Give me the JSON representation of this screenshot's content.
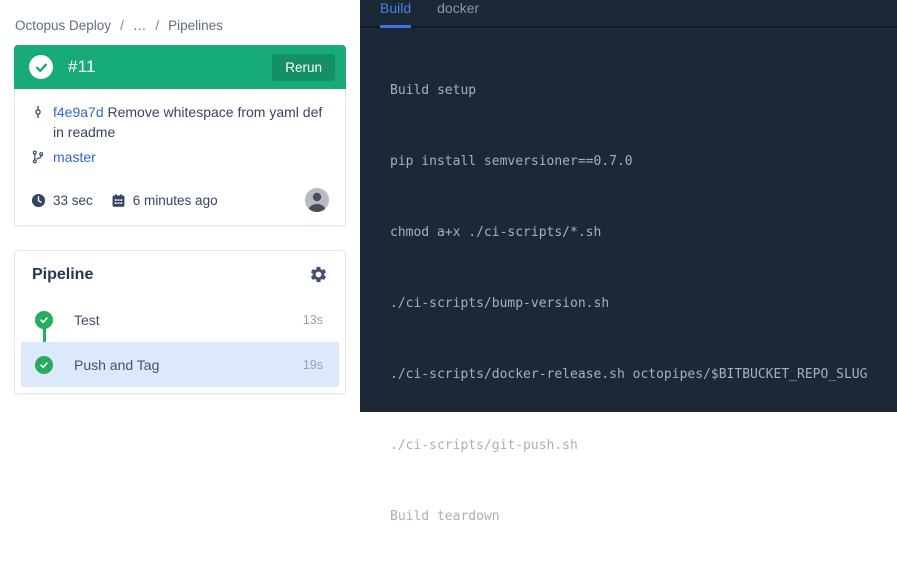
{
  "breadcrumb": {
    "separator": "/",
    "items": [
      "Octopus Deploy",
      "…",
      "Pipelines"
    ]
  },
  "build_banner": {
    "status": "success",
    "number": "#11",
    "rerun_label": "Rerun",
    "color": "#17ab77"
  },
  "commit_card": {
    "hash": "f4e9a7d",
    "message": "Remove whitespace from yaml def in readme",
    "branch": "master",
    "duration": "33 sec",
    "time_ago": "6 minutes ago"
  },
  "pipeline": {
    "title": "Pipeline",
    "steps": [
      {
        "label": "Test",
        "duration": "13s",
        "status": "success",
        "selected": false
      },
      {
        "label": "Push and Tag",
        "duration": "19s",
        "status": "success",
        "selected": true
      }
    ],
    "success_color": "#26ab5f",
    "selected_row_color": "#dce9fb"
  },
  "log_panel": {
    "background_color": "#1c2836",
    "active_tab_color": "#4285e8",
    "tabs": [
      {
        "label": "Build",
        "active": true
      },
      {
        "label": "docker",
        "active": false
      }
    ],
    "lines": [
      "Build setup",
      "pip install semversioner==0.7.0",
      "chmod a+x ./ci-scripts/*.sh",
      "./ci-scripts/bump-version.sh",
      "./ci-scripts/docker-release.sh octopipes/$BITBUCKET_REPO_SLUG",
      "./ci-scripts/git-push.sh",
      "Build teardown"
    ]
  }
}
